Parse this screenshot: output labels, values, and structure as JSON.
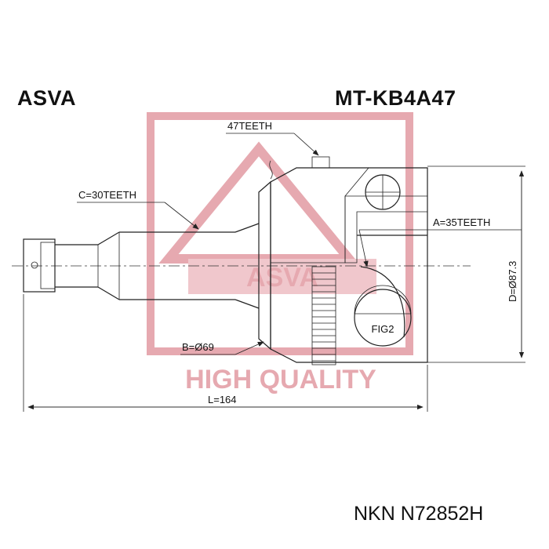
{
  "header": {
    "brand": "ASVA",
    "part_number": "MT-KB4A47"
  },
  "labels": {
    "abs_teeth": "47TEETH",
    "shaft_spline": "C=30TEETH",
    "outer_spline": "A=35TEETH",
    "outer_diameter": "D=Ø87.3",
    "seal_diameter": "B=Ø69",
    "length": "L=164",
    "figure": "FIG2"
  },
  "watermark": {
    "text": "HIGH QUALITY",
    "color": "#e6a9b0"
  },
  "footer": {
    "cross_reference": "NKN N72852H"
  }
}
